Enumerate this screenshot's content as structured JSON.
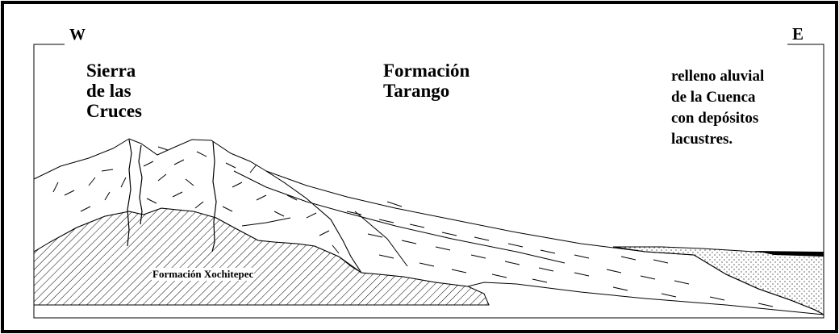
{
  "labels": {
    "west": "W",
    "east": "E",
    "sierra": "Sierra\nde las\nCruces",
    "tarango": "Formación\nTarango",
    "relleno": "relleno aluvial\nde la Cuenca\ncon depósitos\nlacustres.",
    "xochitepec": "Formación Xochitepec"
  }
}
